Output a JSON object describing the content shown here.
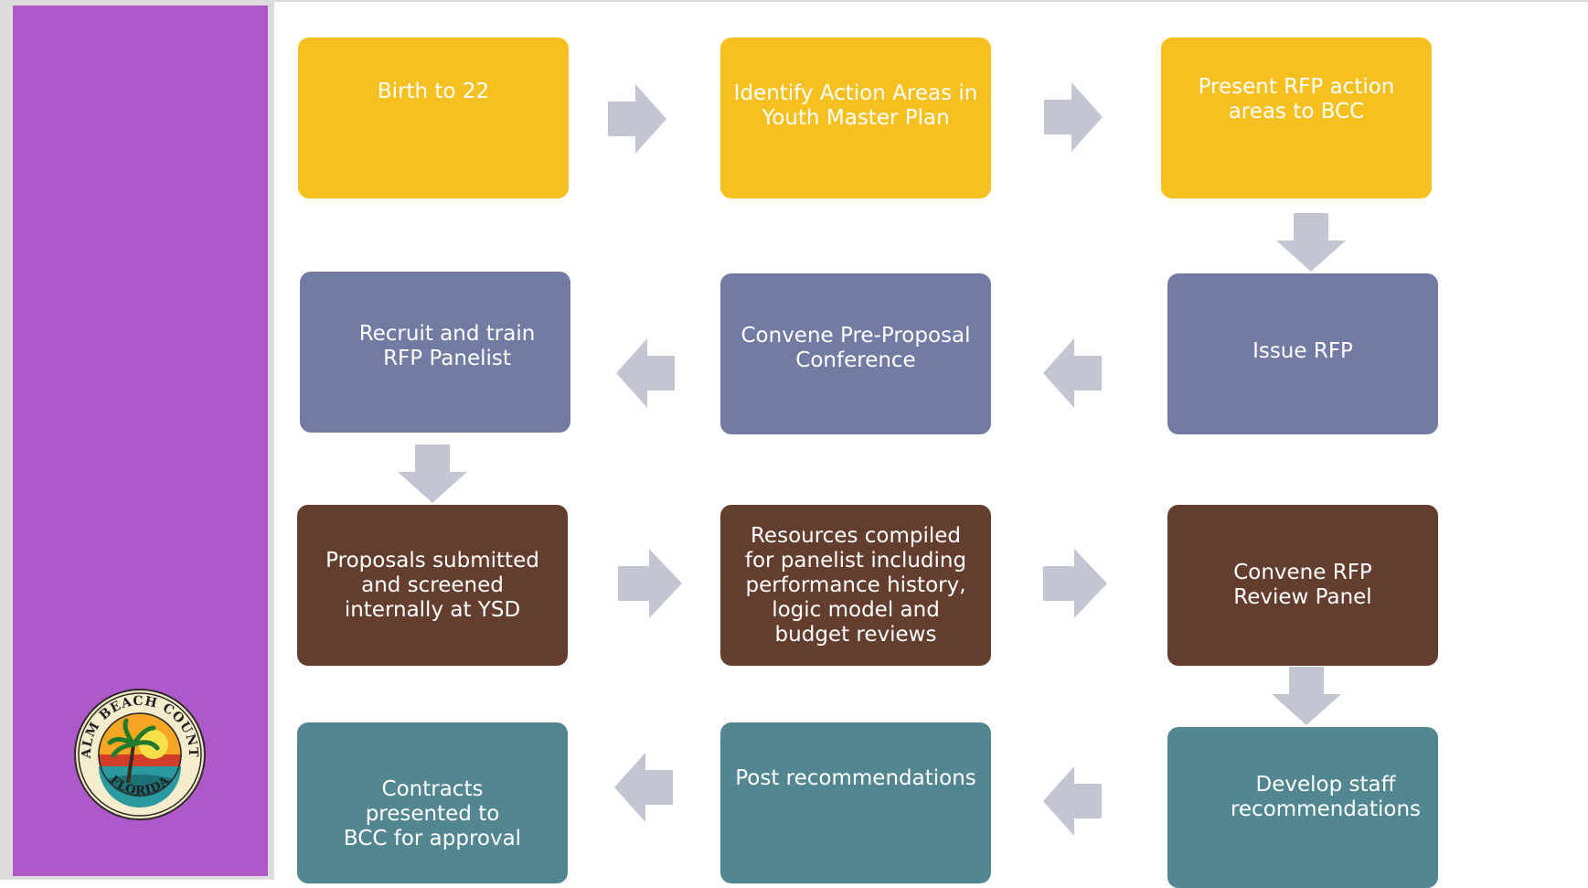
{
  "steps": {
    "birth_to_22": "Birth to 22",
    "identify_action_areas": "Identify Action Areas in Youth Master Plan",
    "present_rfp_action_areas": "Present RFP action areas to BCC",
    "issue_rfp": "Issue RFP",
    "convene_pre_proposal": "Convene Pre-Proposal Conference",
    "recruit_train_panelist": "Recruit and train RFP Panelist",
    "proposals_submitted": "Proposals submitted and screened internally at YSD",
    "resources_compiled": "Resources compiled for panelist including performance history, logic model and budget reviews",
    "convene_review_panel": "Convene RFP Review Panel",
    "develop_staff_recommendations": "Develop staff recommendations",
    "post_recommendations": "Post recommendations",
    "contracts_presented": "Contracts presented to BCC for approval"
  },
  "logo": {
    "top_text": "PALM BEACH COUNTY",
    "bottom_text": "FLORIDA"
  },
  "colors": {
    "sidebar": "#af58ca",
    "row1": "#f6c120",
    "row2": "#727ba1",
    "row3": "#633d2e",
    "row4": "#528792",
    "arrow": "#c3c5d3"
  }
}
